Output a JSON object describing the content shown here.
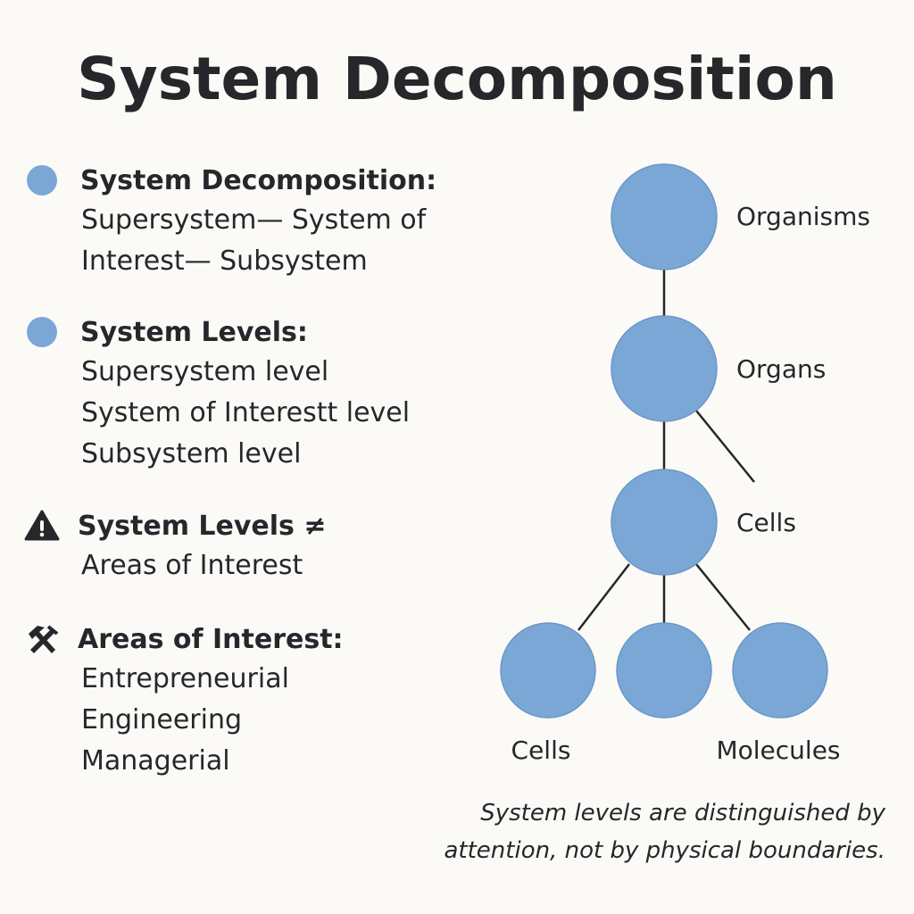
{
  "title": "System Decomposition",
  "sections": [
    {
      "icon": "circle-bullet-icon",
      "heading": "System Decomposition:",
      "lines": [
        "Supersystem— System of",
        "Interest— Subsystem"
      ]
    },
    {
      "icon": "circle-bullet-icon",
      "heading": "System Levels:",
      "lines": [
        "Supersystem level",
        "System of Interestt level",
        "Subsystem level"
      ]
    },
    {
      "icon": "warning-icon",
      "heading": "System Levels ≠",
      "lines": [
        "Areas of Interest"
      ]
    },
    {
      "icon": "hammer-pick-icon",
      "heading": "Areas of Interest:",
      "lines": [
        "Entrepreneurial",
        "Engineering",
        "Managerial"
      ]
    }
  ],
  "diagram": {
    "labels": {
      "organisms": "Organisms",
      "organs": "Organs",
      "cells": "Cells",
      "cells_bottom": "Cells",
      "molecules": "Molecules"
    },
    "node_color": "#7ba7d6"
  },
  "caption": [
    "System levels are distinguished by",
    "attention, not by physical boundaries."
  ]
}
